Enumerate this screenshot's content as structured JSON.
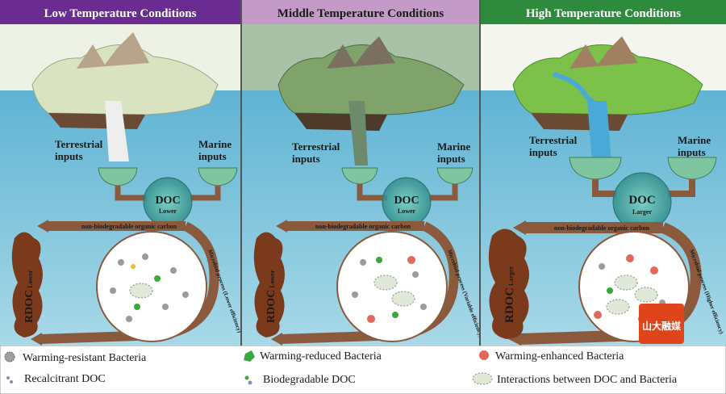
{
  "panels": [
    {
      "title": "Low Temperature Conditions",
      "title_bg": "#6a2c91",
      "sky": "#eef2e4",
      "terrestrial": "Terrestrial\ninputs",
      "marine": "Marine\ninputs",
      "doc": "DOC",
      "doc_size": "Lower",
      "rdoc": "RDOC",
      "rdoc_size": "Lower",
      "carbon": "non-biodegradable organic carbon",
      "process": "Microbial process (Lower efficiency)",
      "land_tint": "#d9e3c2",
      "stream": "#eeeeee"
    },
    {
      "title": "Middle Temperature Conditions",
      "title_bg": "#c49ac9",
      "sky": "#a9c1a6",
      "terrestrial": "Terrestrial\ninputs",
      "marine": "Marine\ninputs",
      "doc": "DOC",
      "doc_size": "Lower",
      "rdoc": "RDOC",
      "rdoc_size": "Lower",
      "carbon": "non-biodegradable organic carbon",
      "process": "Microbial process (Variable efficiency)",
      "land_tint": "#7fa36a",
      "stream": "#6e8a6c"
    },
    {
      "title": "High Temperature Conditions",
      "title_bg": "#2e8b3e",
      "sky": "#f4f5ef",
      "terrestrial": "Terrestrial\ninputs",
      "marine": "Marine\ninputs",
      "doc": "DOC",
      "doc_size": "Larger",
      "rdoc": "RDOC",
      "rdoc_size": "Larger",
      "carbon": "non-biodegradable organic carbon",
      "process": "Microbial process (Higher efficiency)",
      "land_tint": "#7cc24a",
      "stream": "#4aa9d6"
    }
  ],
  "legend": {
    "warming_resistant": "Warming-resistant Bacteria",
    "warming_reduced": "Warming-reduced Bacteria",
    "warming_enhanced": "Warming-enhanced Bacteria",
    "recalcitrant_doc": "Recalcitrant DOC",
    "biodegradable_doc": "Biodegradable DOC",
    "interactions": "Interactions between DOC and Bacteria"
  },
  "watermark": {
    "text": "山大融媒",
    "color": "#e0441b"
  },
  "colors": {
    "ocean": "#63b5d4",
    "deep_ocean": "#8cc8dd",
    "pipe": "#8b5a3c",
    "cup": "#7fc6a0",
    "doc_circle": "#4fa89a",
    "rdoc": "#7b3a1c"
  }
}
